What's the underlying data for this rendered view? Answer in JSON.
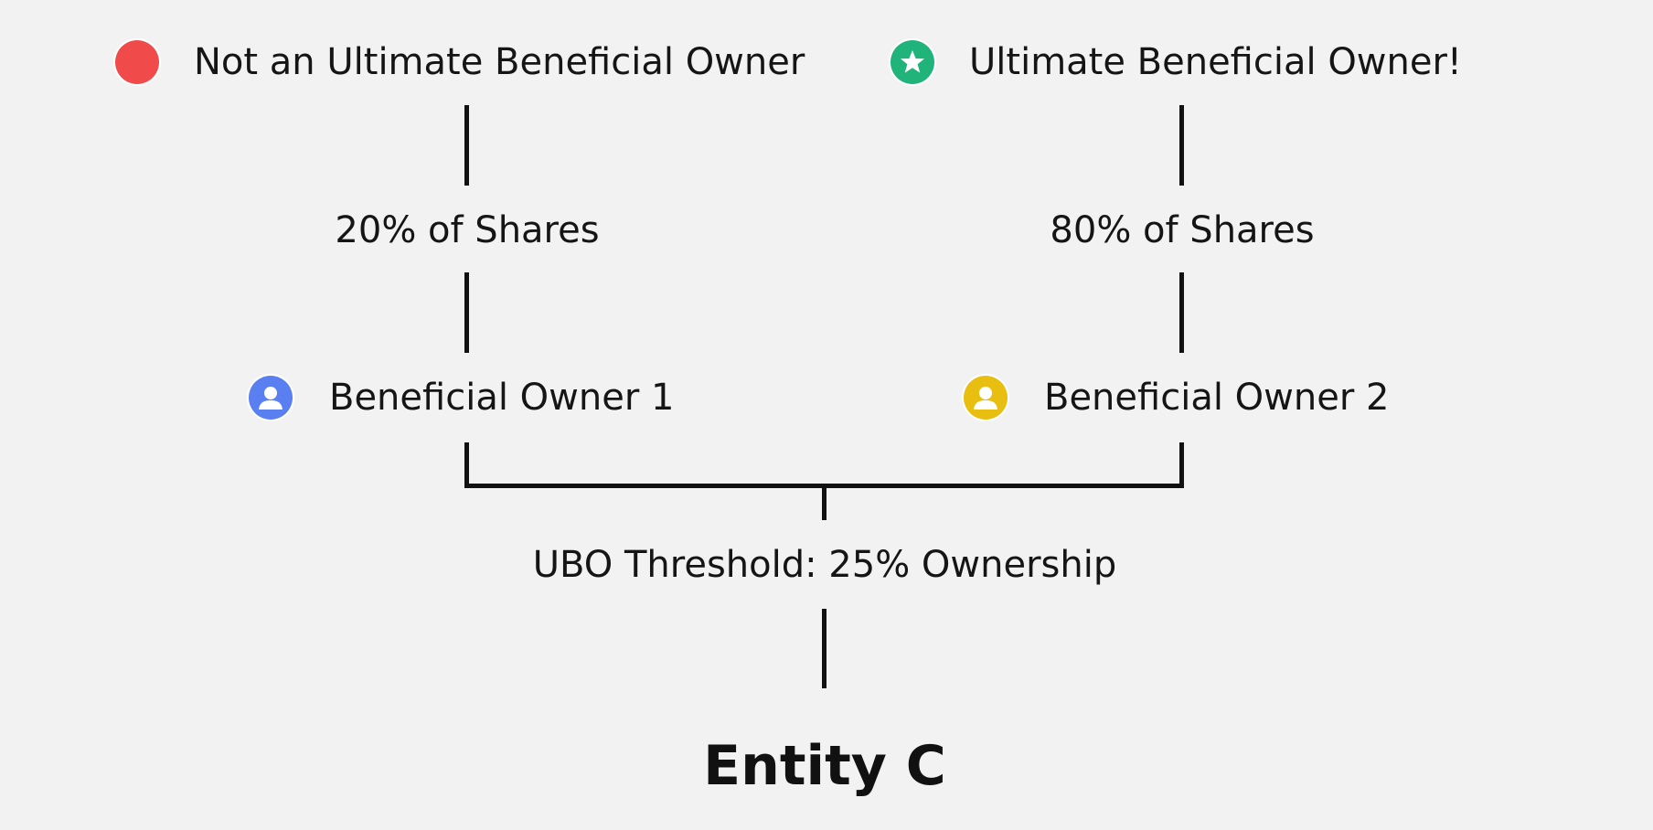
{
  "legend": {
    "not_ubo_label": "Not an Ultimate Beneficial Owner",
    "ubo_label": "Ultimate Beneficial Owner!",
    "not_ubo_icon": "red-dot-icon",
    "ubo_icon": "green-star-icon",
    "not_ubo_color": "#f04a4a",
    "ubo_color": "#20b47a"
  },
  "owners": [
    {
      "label": "Beneficial Owner 1",
      "shares": "20% of Shares",
      "icon": "person-icon",
      "color": "#5a7ff0"
    },
    {
      "label": "Beneficial Owner 2",
      "shares": "80% of Shares",
      "icon": "person-icon",
      "color": "#e8bf10"
    }
  ],
  "threshold_label": "UBO Threshold: 25% Ownership",
  "entity_label": "Entity C"
}
